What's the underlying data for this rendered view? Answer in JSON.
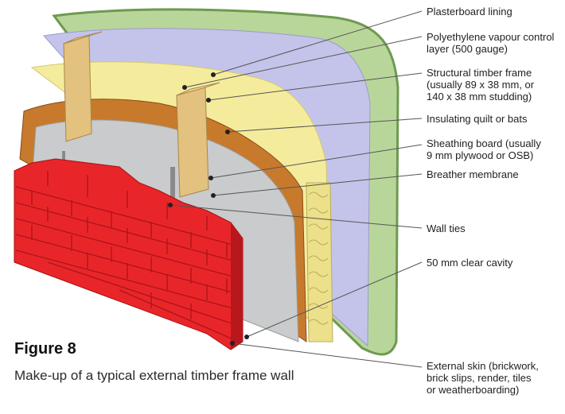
{
  "figure": {
    "number": "Figure 8",
    "caption": "Make-up of a typical external timber frame wall"
  },
  "callouts": [
    {
      "id": "plasterboard",
      "text": "Plasterboard lining"
    },
    {
      "id": "vapour",
      "text": "Polyethylene vapour control\nlayer (500 gauge)"
    },
    {
      "id": "timber",
      "text": "Structural timber frame\n(usually 89 x 38 mm, or\n140 x 38 mm studding)"
    },
    {
      "id": "insulation",
      "text": "Insulating quilt or bats"
    },
    {
      "id": "sheathing",
      "text": "Sheathing board (usually\n9 mm plywood or OSB)"
    },
    {
      "id": "breather",
      "text": "Breather membrane"
    },
    {
      "id": "ties",
      "text": "Wall ties"
    },
    {
      "id": "cavity",
      "text": "50 mm clear cavity"
    },
    {
      "id": "skin",
      "text": "External skin (brickwork,\nbrick slips, render, tiles\nor weatherboarding)"
    }
  ],
  "colors": {
    "plasterboard": "#b9d69a",
    "vapour": "#c4c4ea",
    "insulation": "#f4ec9c",
    "timber": "#e2c27e",
    "sheathing": "#c77a2c",
    "breather": "#c9cbcc",
    "brick": "#e8262a",
    "mortar": "#c0151a",
    "leader": "#555555"
  }
}
